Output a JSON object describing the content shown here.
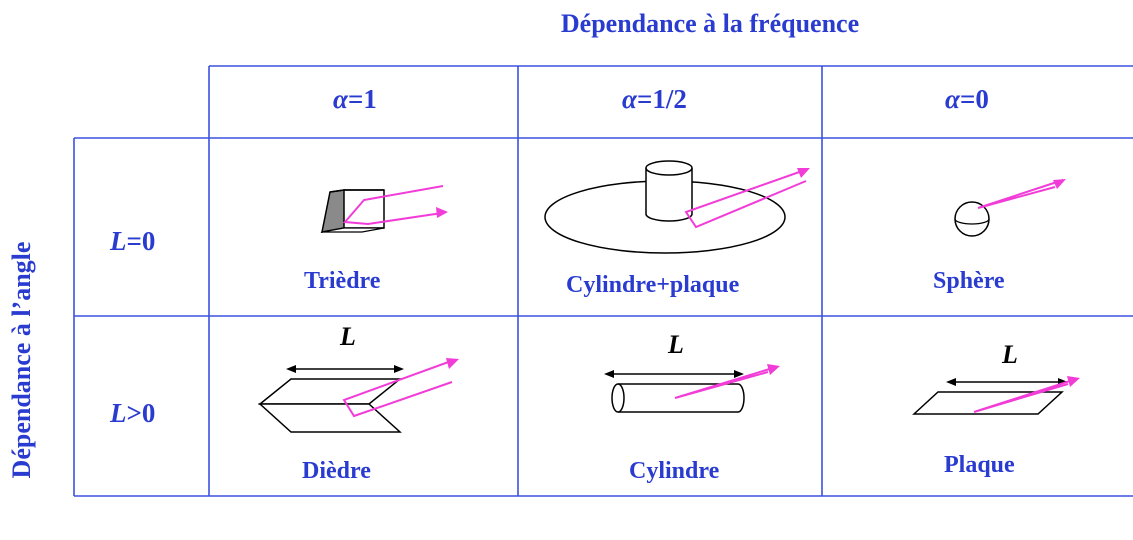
{
  "titles": {
    "frequency": "Dépendance à la fréquence",
    "angle": "Dépendance à l’angle"
  },
  "columns": [
    {
      "symbol": "α",
      "value": "=1"
    },
    {
      "symbol": "α",
      "value": "=1/2"
    },
    {
      "symbol": "α",
      "value": "=0"
    }
  ],
  "rows": [
    {
      "symbol": "L",
      "value": "=0"
    },
    {
      "symbol": "L",
      "value": ">0"
    }
  ],
  "shapes": {
    "triedre": "Trièdre",
    "cylindre_plaque": "Cylindre+plaque",
    "sphere": "Sphère",
    "diedre": "Dièdre",
    "cylindre": "Cylindre",
    "plaque": "Plaque"
  },
  "length_marker": "L",
  "colors": {
    "grid": "#3c52e0",
    "text": "#2a3bd0",
    "ray": "#f23cd8"
  }
}
